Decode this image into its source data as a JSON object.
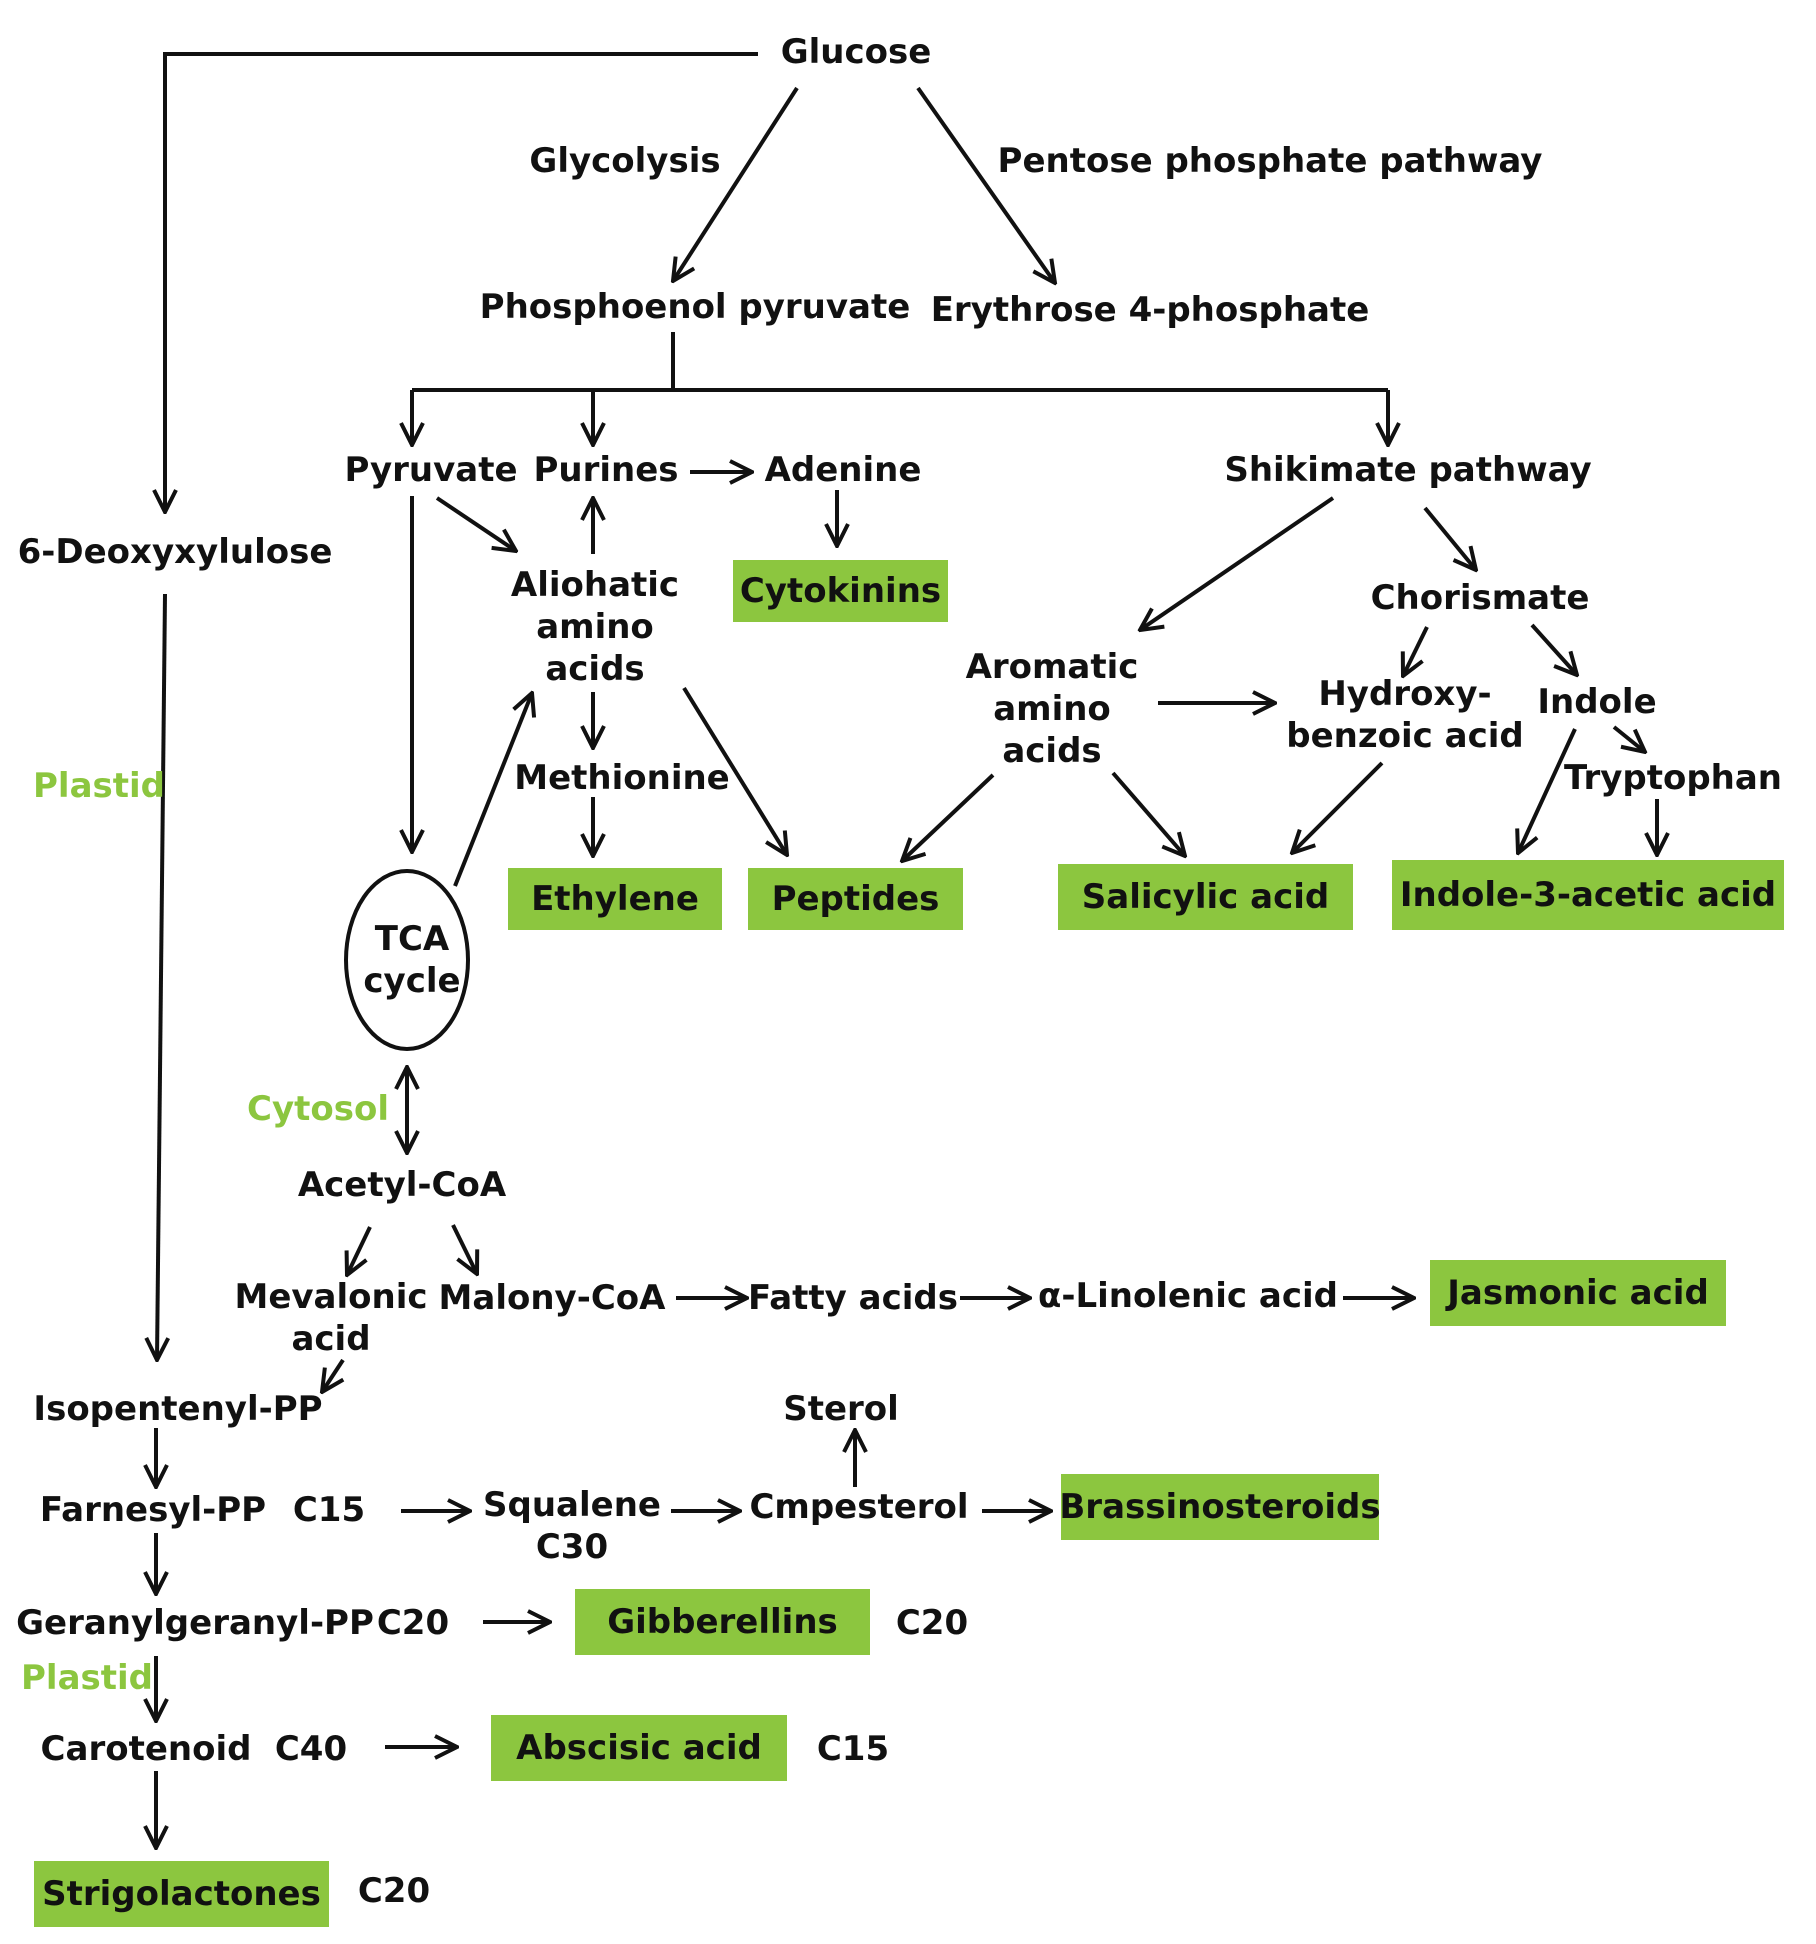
{
  "colors": {
    "accent_green": "#8cc63f",
    "text": "#111111",
    "line": "#111111"
  },
  "nodes": {
    "glucose": "Glucose",
    "glycolysis": "Glycolysis",
    "pentose": "Pentose phosphate pathway",
    "pep": "Phosphoenol pyruvate",
    "e4p": "Erythrose 4-phosphate",
    "pyruvate": "Pyruvate",
    "purines": "Purines",
    "adenine": "Adenine",
    "shikimate": "Shikimate pathway",
    "deoxyxylulose": "6-Deoxyxylulose",
    "aliphatic": "Aliohatic\namino\nacids",
    "chorismate": "Chorismate",
    "aromatic": "Aromatic\namino\nacids",
    "hydroxy": "Hydroxy-\nbenzoic acid",
    "indole": "Indole",
    "tryptophan": "Tryptophan",
    "methionine": "Methionine",
    "tca": "TCA\ncycle",
    "acetyl": "Acetyl-CoA",
    "mevalonic": "Mevalonic\nacid",
    "malony": "Malony-CoA",
    "fatty": "Fatty acids",
    "linolenic": "α-Linolenic acid",
    "isopentenyl": "Isopentenyl-PP",
    "sterol": "Sterol",
    "farnesyl": "Farnesyl-PP",
    "c15_a": "C15",
    "squalene": "Squalene\nC30",
    "cmpesterol": "Cmpesterol",
    "geranyl": "Geranylgeranyl-PP",
    "c20_a": "C20",
    "c20_b": "C20",
    "carotenoid": "Carotenoid",
    "c40": "C40",
    "c15_b": "C15",
    "c20_c": "C20"
  },
  "compartments": {
    "plastid_1": "Plastid",
    "cytosol": "Cytosol",
    "plastid_2": "Plastid"
  },
  "hormones": {
    "cytokinins": "Cytokinins",
    "ethylene": "Ethylene",
    "peptides": "Peptides",
    "salicylic": "Salicylic acid",
    "iaa": "Indole-3-acetic acid",
    "jasmonic": "Jasmonic acid",
    "brassinosteroids": "Brassinosteroids",
    "gibberellins": "Gibberellins",
    "abscisic": "Abscisic acid",
    "strigolactones": "Strigolactones"
  }
}
